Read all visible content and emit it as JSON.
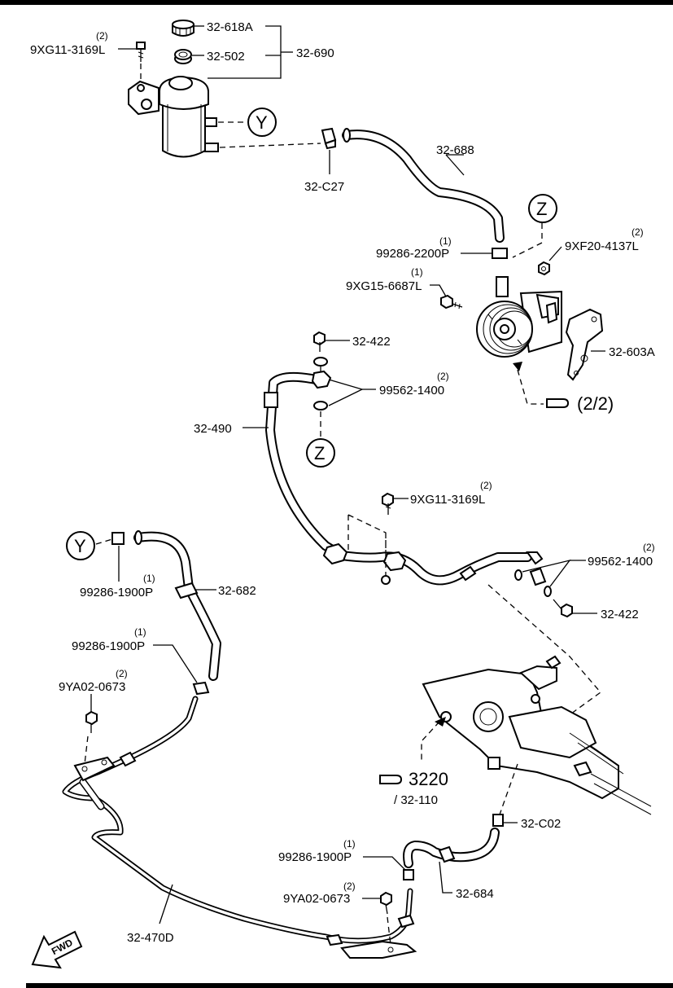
{
  "labels": {
    "cap": "32-618A",
    "gasket": "32-502",
    "reservoir": "32-690",
    "bolt_top": "9XG11-3169L",
    "bolt_top_qty": "(2)",
    "suction_hose": "32-688",
    "clip_c27": "32-C27",
    "clamp_2200": "99286-2200P",
    "clamp_2200_qty": "(1)",
    "nut_4137": "9XF20-4137L",
    "nut_4137_qty": "(2)",
    "bolt_6687": "9XG15-6687L",
    "bolt_6687_qty": "(1)",
    "bracket": "32-603A",
    "ref_page": "(2/2)",
    "bolt_422_a": "32-422",
    "washer_a": "99562-1400",
    "washer_a_qty": "(2)",
    "pressure_hose": "32-490",
    "bolt_mid": "9XG11-3169L",
    "bolt_mid_qty": "(2)",
    "washer_b": "99562-1400",
    "washer_b_qty": "(2)",
    "bolt_422_b": "32-422",
    "clamp_1900_a": "99286-1900P",
    "clamp_1900_a_qty": "(1)",
    "return_hose": "32-682",
    "clamp_1900_b": "99286-1900P",
    "clamp_1900_b_qty": "(1)",
    "bolt_0673_a": "9YA02-0673",
    "bolt_0673_a_qty": "(2)",
    "gear_ref": "3220",
    "gear_ref_sub": "/ 32-110",
    "clip_c02": "32-C02",
    "clamp_1900_c": "99286-1900P",
    "clamp_1900_c_qty": "(1)",
    "hose_684": "32-684",
    "bolt_0673_b": "9YA02-0673",
    "bolt_0673_b_qty": "(2)",
    "return_pipe": "32-470D",
    "fwd": "FWD"
  },
  "callouts": {
    "y": "Y",
    "z": "Z"
  }
}
